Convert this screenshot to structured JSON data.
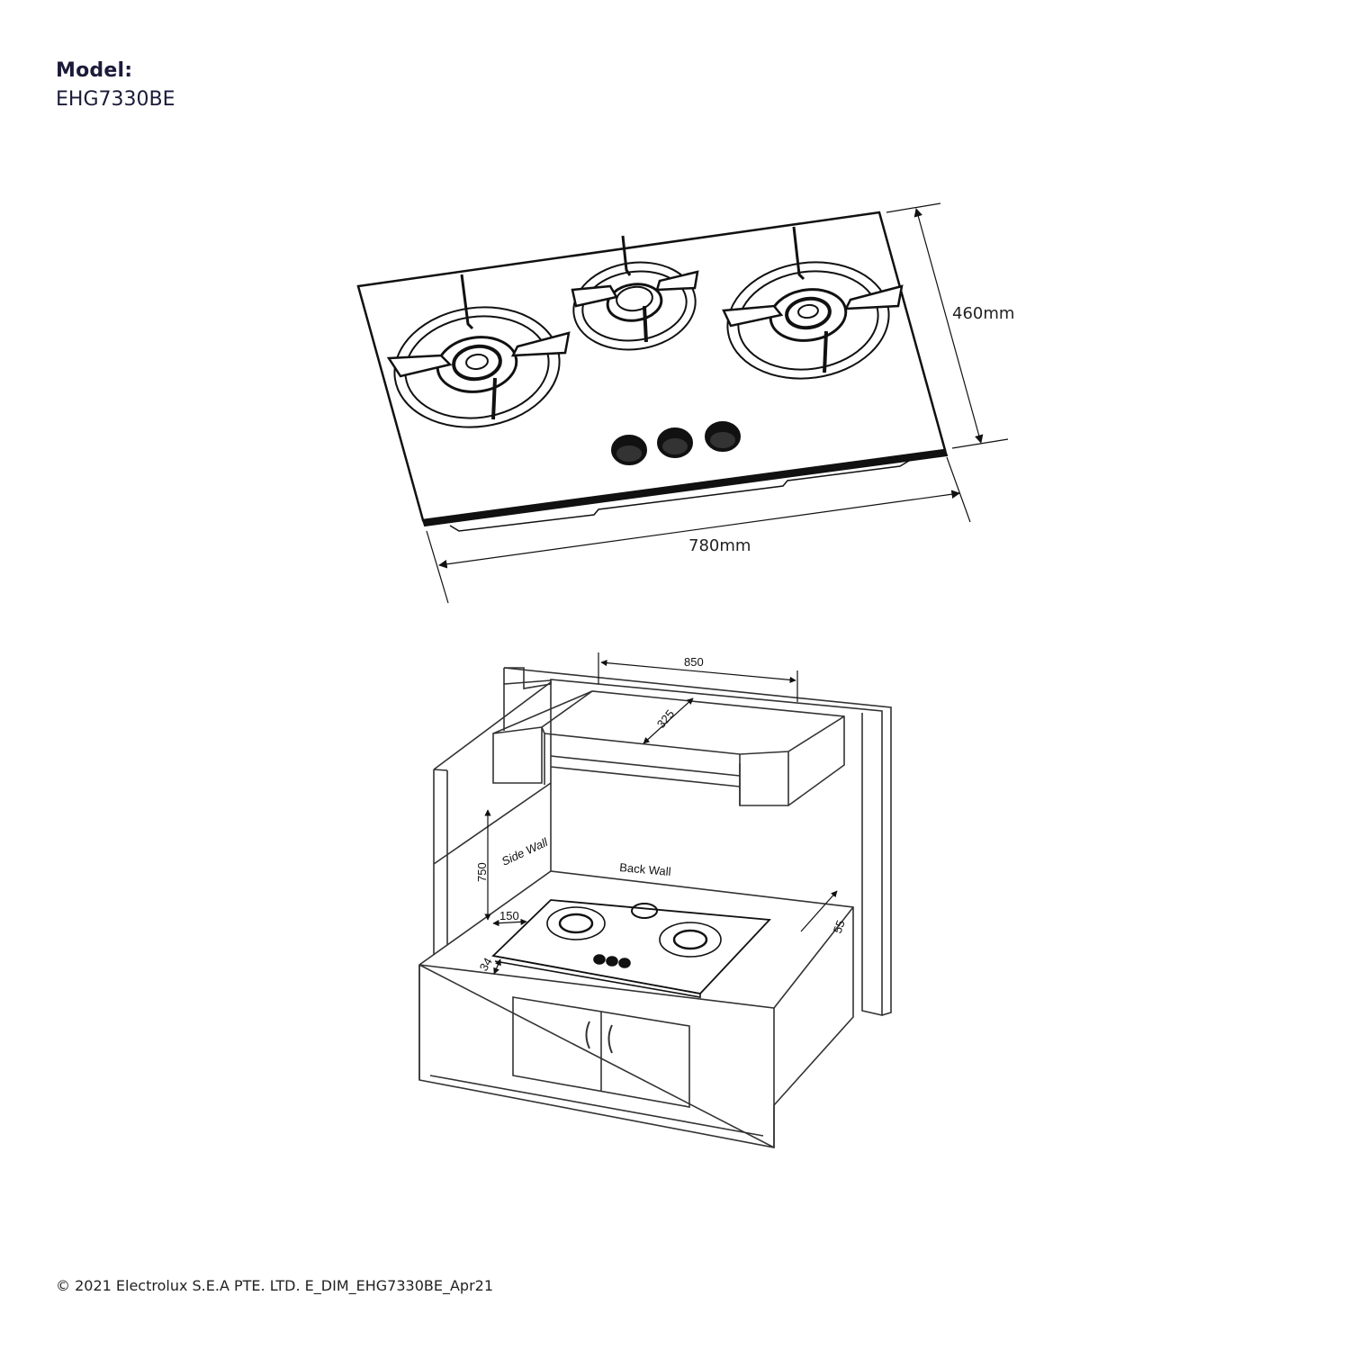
{
  "header": {
    "model_label": "Model:",
    "model_value": "EHG7330BE"
  },
  "hob_view": {
    "depth_label": "460mm",
    "width_label": "780mm"
  },
  "install_view": {
    "hood_width": "850",
    "hood_depth": "325",
    "hob_height": "750",
    "side_wall_label": "Side Wall",
    "back_wall_label": "Back Wall",
    "side_clearance": "150",
    "front_clearance": "34",
    "back_clearance": "55"
  },
  "footer": {
    "text": "© 2021 Electrolux S.E.A PTE. LTD.  E_DIM_EHG7330BE_Apr21"
  }
}
